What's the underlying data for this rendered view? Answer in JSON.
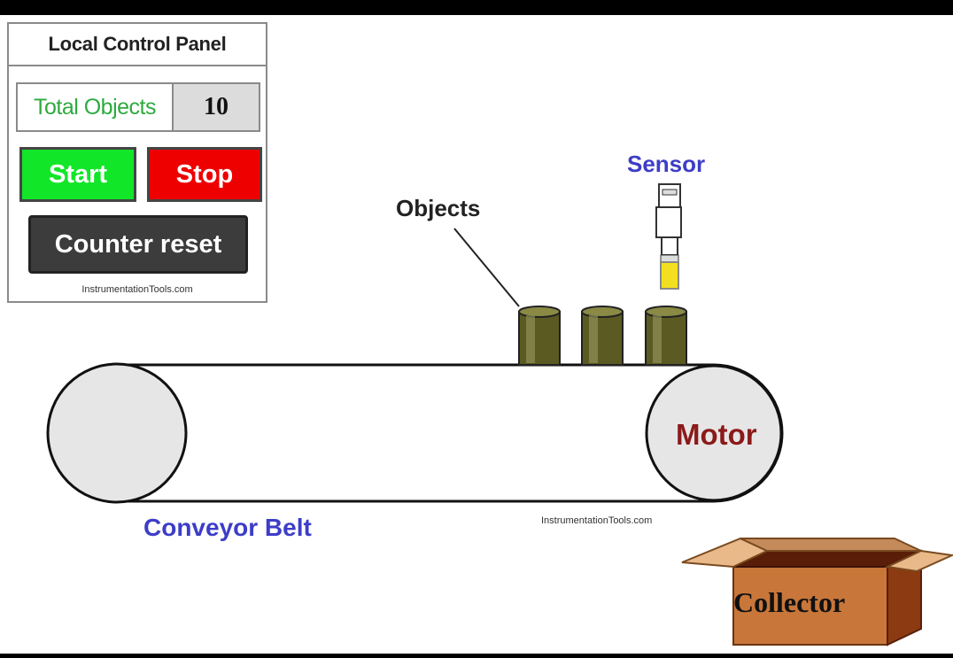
{
  "panel": {
    "title": "Local Control Panel",
    "counter_label": "Total Objects",
    "counter_value": "10",
    "start_label": "Start",
    "stop_label": "Stop",
    "reset_label": "Counter reset",
    "credit": "InstrumentationTools.com"
  },
  "diagram": {
    "sensor_label": "Sensor",
    "objects_label": "Objects",
    "motor_label": "Motor",
    "belt_label": "Conveyor Belt",
    "collector_label": "Collector",
    "credit": "InstrumentationTools.com"
  },
  "colors": {
    "start": "#12e628",
    "stop": "#ee0000",
    "reset": "#3c3c3c",
    "counter_text": "#2eaa3e",
    "label_blue": "#3d3dc8",
    "motor_text": "#8b1a1a",
    "object_fill": "#5b5a22",
    "box": "#c8763a",
    "sensor_tip": "#f2e020"
  }
}
